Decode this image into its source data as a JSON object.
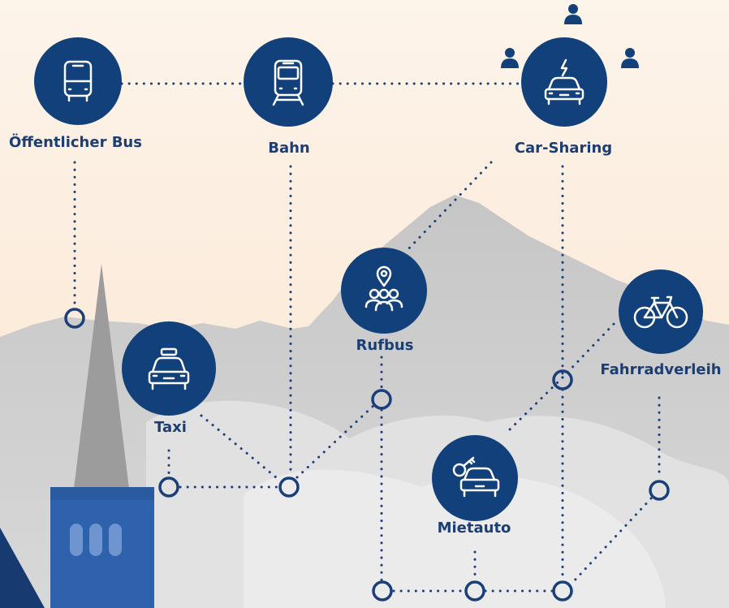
{
  "nodes": {
    "bus": {
      "label": "Öffentlicher Bus",
      "icon": "bus-icon"
    },
    "train": {
      "label": "Bahn",
      "icon": "train-icon"
    },
    "carsharing": {
      "label": "Car-Sharing",
      "icon": "electric-car-icon"
    },
    "rufbus": {
      "label": "Rufbus",
      "icon": "group-location-icon"
    },
    "taxi": {
      "label": "Taxi",
      "icon": "taxi-icon"
    },
    "bike": {
      "label": "Fahrradverleih",
      "icon": "bicycle-icon"
    },
    "rental": {
      "label": "Mietauto",
      "icon": "car-key-icon"
    }
  },
  "colors": {
    "node_fill": "#11407a",
    "line": "#1a3f7a",
    "label_text": "#1d3e73",
    "sky_top": "#fdf3e8",
    "sky_bottom": "#fbe6d2",
    "mountain": "#c9c9c9",
    "tower": "#9a9a9a",
    "tower_base": "#2f62ad"
  }
}
